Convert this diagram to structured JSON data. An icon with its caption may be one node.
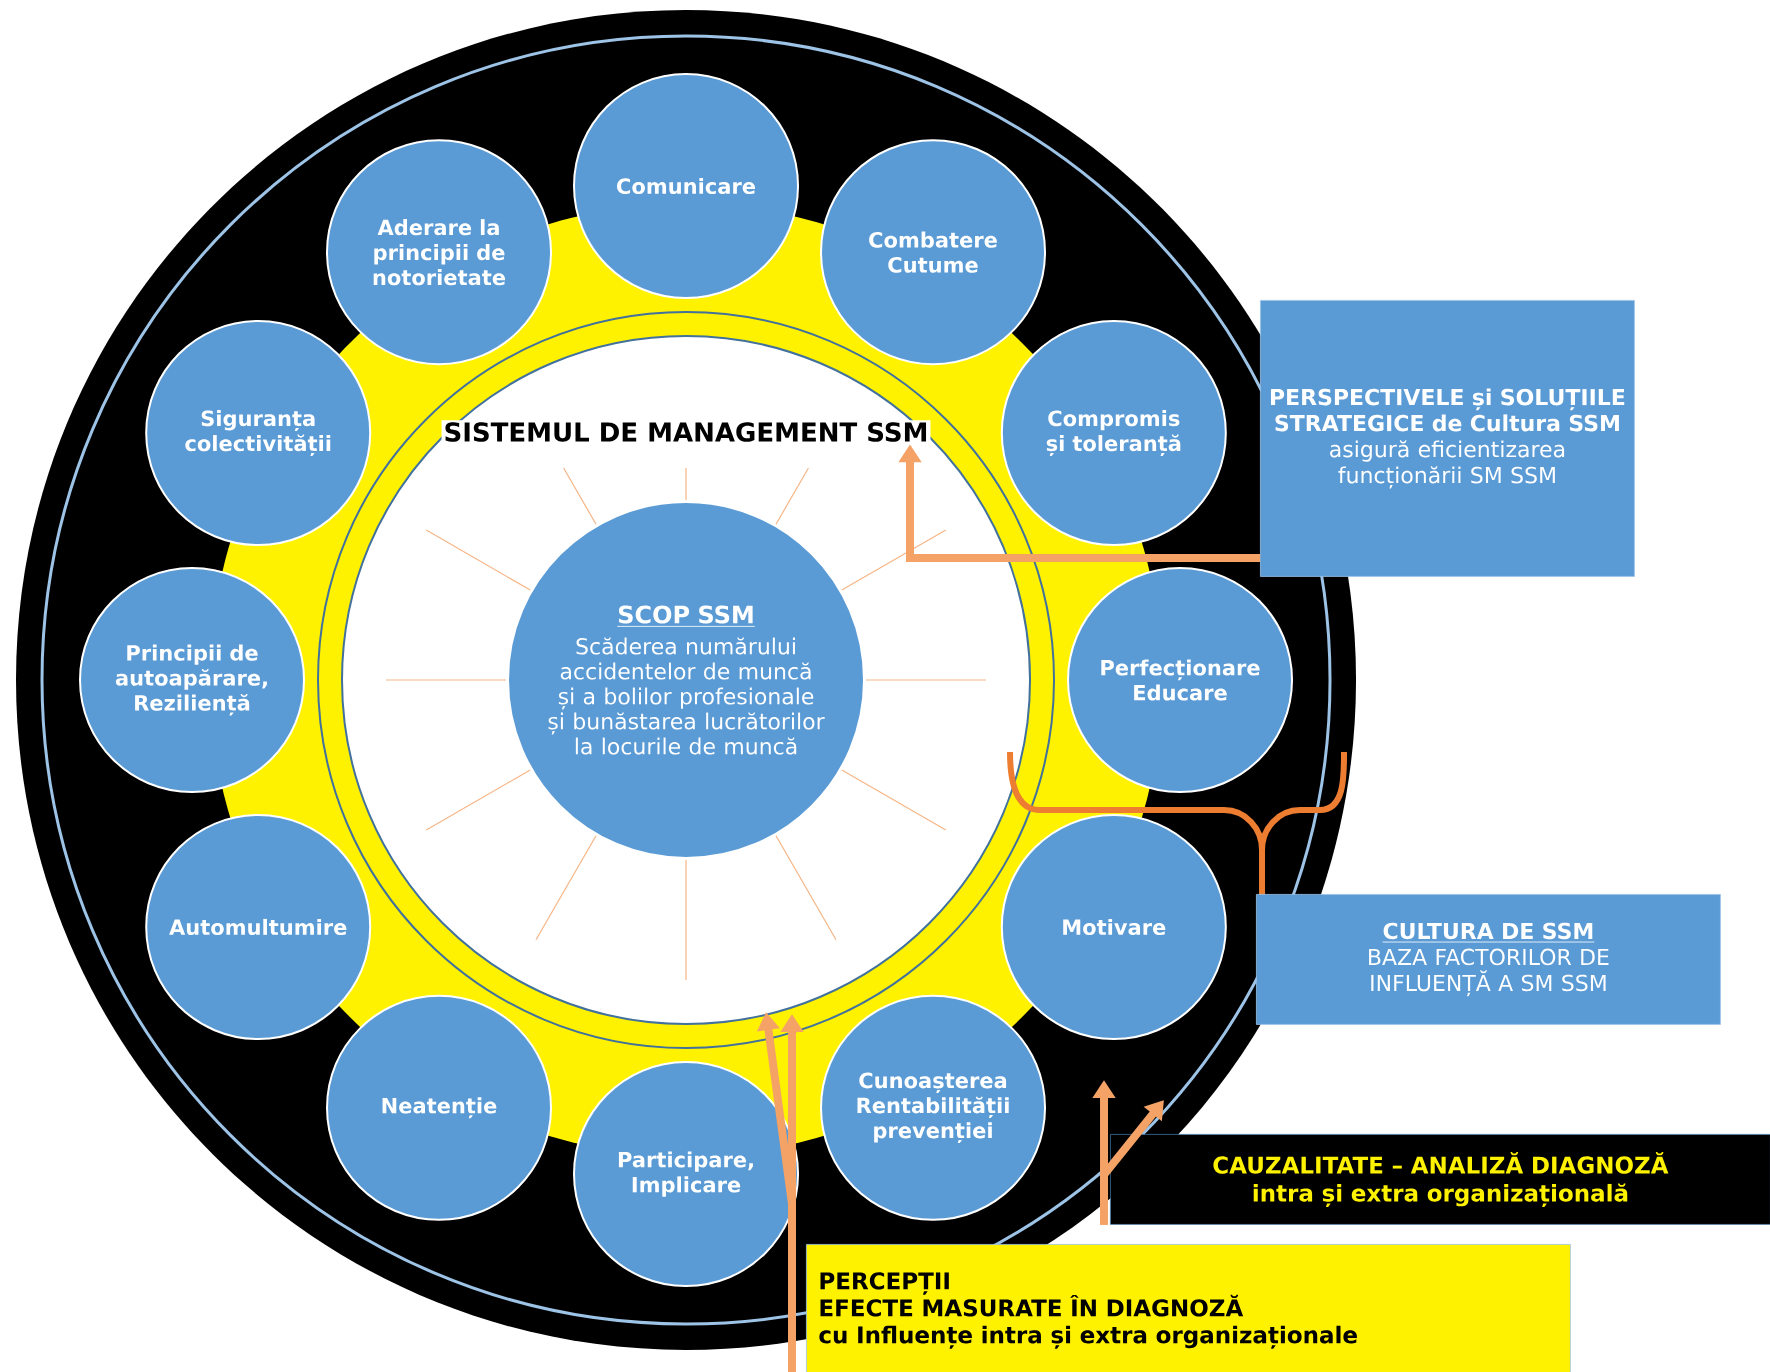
{
  "diagram": {
    "nodes": [
      {
        "text": [
          "SISTEMUL DE MANAGEMENT SSM"
        ]
      },
      {
        "text": [
          "SCOP SSM",
          "Scăderea numărului accidentelor de muncă și a bolilor profesionale și bunăstarea lucrătorilor la locurile de muncă"
        ]
      },
      {
        "text": [
          "Comunicare"
        ]
      },
      {
        "text": [
          "Combatere Cutume"
        ]
      },
      {
        "text": [
          "Compromis și toleranță"
        ]
      },
      {
        "text": [
          "Perfecționare Educare"
        ]
      },
      {
        "text": [
          "Motivare"
        ]
      },
      {
        "text": [
          "Cunoașterea Rentabilității prevenției"
        ]
      },
      {
        "text": [
          "Participare, Implicare"
        ]
      },
      {
        "text": [
          "Neatenție"
        ]
      },
      {
        "text": [
          "Automultumire"
        ]
      },
      {
        "text": [
          "Principii de autoapărare, Reziliență"
        ]
      },
      {
        "text": [
          "Siguranța colectivității"
        ]
      },
      {
        "text": [
          "Aderare la principii de notorietate"
        ]
      },
      {
        "text": [
          "PERSPECTIVELE și SOLUȚIILE STRATEGICE de Cultura SSM",
          "asigură eficientizarea funcționării SM SSM"
        ]
      },
      {
        "text": [
          "CULTURA DE SSM",
          "BAZA FACTORILOR DE INFLUENȚĂ A SM SSM"
        ]
      },
      {
        "text": [
          "CAUZALITATE – ANALIZĂ DIAGNOZĂ",
          "intra și extra organizațională"
        ]
      },
      {
        "text": [
          "PERCEPȚII",
          "EFECTE MASURATE ÎN DIAGNOZĂ",
          "cu Influențe intra și extra organizaționale"
        ]
      }
    ],
    "edges": [
      {
        "from": 14,
        "to": 0,
        "arrow": "to"
      },
      {
        "from": 17,
        "to": null,
        "arrow": "to"
      },
      {
        "from": 17,
        "to": null,
        "arrow": "to"
      },
      {
        "from": 16,
        "to": null,
        "arrow": "to"
      },
      {
        "from": 16,
        "to": null,
        "arrow": "to"
      }
    ]
  }
}
